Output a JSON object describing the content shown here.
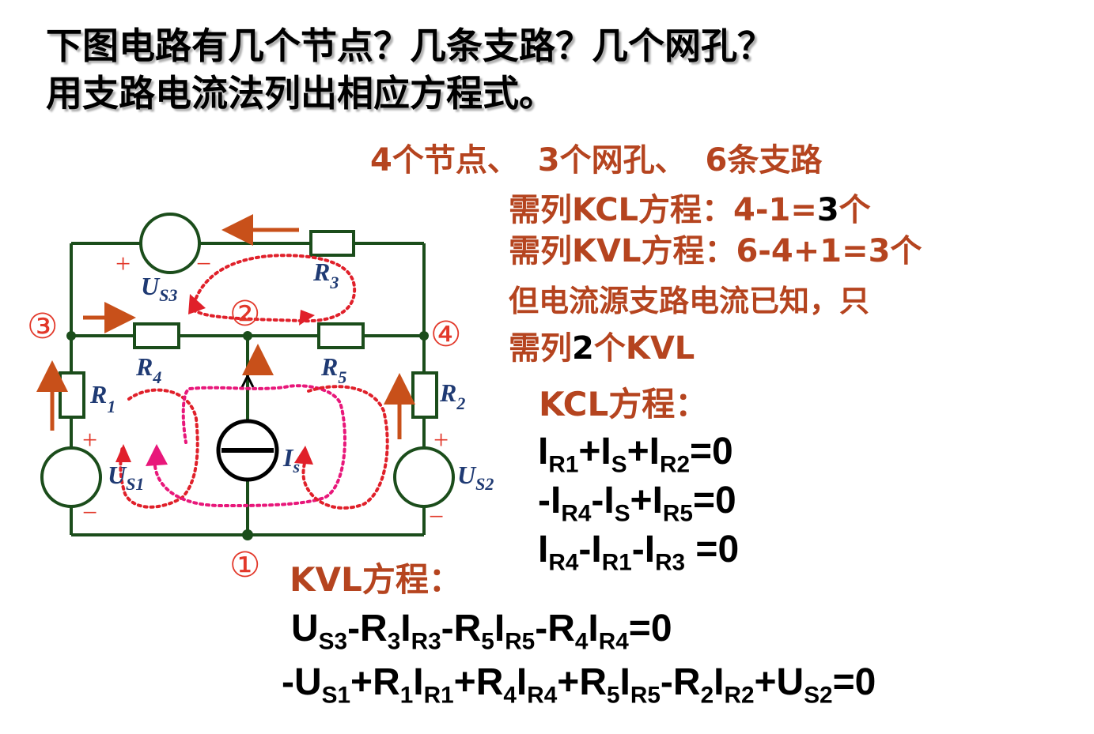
{
  "question": {
    "line1": "下图电路有几个节点？几条支路？几个网孔？",
    "line2": "用支路电流法列出相应方程式。"
  },
  "answer": {
    "counts": "4个节点、  3个网孔、  6条支路",
    "kcl_prefix": "需列KCL方程：",
    "kcl_calc": "4-1=",
    "kcl_num": "3",
    "kcl_unit": "个",
    "kvl_prefix": "需列KVL方程：",
    "kvl_calc": "6-4+1=3个",
    "note_line1": "但电流源支路电流已知，只",
    "note_line2_prefix": "需列",
    "note_line2_num": "2",
    "note_line2_suffix": "个KVL",
    "kcl_heading": "KCL方程：",
    "kvl_heading": "KVL方程："
  },
  "kcl_equations": [
    [
      {
        "t": "I"
      },
      {
        "s": "R1"
      },
      {
        "t": "+I"
      },
      {
        "s": "S"
      },
      {
        "t": "+I"
      },
      {
        "s": "R2"
      },
      {
        "t": "=0"
      }
    ],
    [
      {
        "t": "-I"
      },
      {
        "s": "R4"
      },
      {
        "t": "-I"
      },
      {
        "s": "S"
      },
      {
        "t": "+I"
      },
      {
        "s": "R5"
      },
      {
        "t": "=0"
      }
    ],
    [
      {
        "t": "I"
      },
      {
        "s": "R4"
      },
      {
        "t": "-I"
      },
      {
        "s": "R1"
      },
      {
        "t": "-I"
      },
      {
        "s": "R3"
      },
      {
        "t": " =0"
      }
    ]
  ],
  "kvl_equations": [
    [
      {
        "t": "U"
      },
      {
        "s": "S3"
      },
      {
        "t": "-R"
      },
      {
        "s": "3"
      },
      {
        "t": "I"
      },
      {
        "s": "R3"
      },
      {
        "t": "-R"
      },
      {
        "s": "5"
      },
      {
        "t": "I"
      },
      {
        "s": "R5"
      },
      {
        "t": "-R"
      },
      {
        "s": "4"
      },
      {
        "t": "I"
      },
      {
        "s": "R4"
      },
      {
        "t": "=0"
      }
    ],
    [
      {
        "t": "-U"
      },
      {
        "s": "S1"
      },
      {
        "t": "+R"
      },
      {
        "s": "1"
      },
      {
        "t": "I"
      },
      {
        "s": "R1"
      },
      {
        "t": "+R"
      },
      {
        "s": "4"
      },
      {
        "t": "I"
      },
      {
        "s": "R4"
      },
      {
        "t": "+R"
      },
      {
        "s": "5"
      },
      {
        "t": "I"
      },
      {
        "s": "R5"
      },
      {
        "t": "-R"
      },
      {
        "s": "2"
      },
      {
        "t": "I"
      },
      {
        "s": "R2"
      },
      {
        "t": "+U"
      },
      {
        "s": "S2"
      },
      {
        "t": "=0"
      }
    ]
  ],
  "circuit": {
    "nodes": [
      "①",
      "②",
      "③",
      "④"
    ],
    "labels": {
      "R1": {
        "main": "R",
        "sub": "1"
      },
      "R2": {
        "main": "R",
        "sub": "2"
      },
      "R3": {
        "main": "R",
        "sub": "3"
      },
      "R4": {
        "main": "R",
        "sub": "4"
      },
      "R5": {
        "main": "R",
        "sub": "5"
      },
      "US1": {
        "main": "U",
        "sub": "S1"
      },
      "US2": {
        "main": "U",
        "sub": "S2"
      },
      "US3": {
        "main": "U",
        "sub": "S3"
      },
      "IS": {
        "main": "I",
        "sub": "s"
      }
    },
    "plus": "+",
    "minus": "−"
  },
  "colors": {
    "answer_red": "#b5441f",
    "wire": "#1b4d1b",
    "arrow": "#c8501a",
    "loop_red": "#e0202a",
    "loop_pink": "#e8177a",
    "node_red": "#e2382a"
  }
}
